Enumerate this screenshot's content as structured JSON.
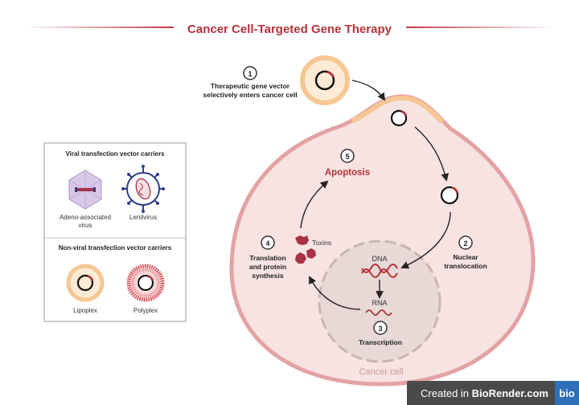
{
  "title": "Cancer Cell-Targeted Gene Therapy",
  "steps": [
    {
      "number": "1",
      "line1": "Therapeutic gene vector",
      "line2": "selectively enters cancer cell"
    },
    {
      "number": "2",
      "line1": "Nuclear",
      "line2": "translocation"
    },
    {
      "number": "3",
      "line1": "Transcription"
    },
    {
      "number": "4",
      "line1": "Translation",
      "line2": "and protein",
      "line3": "synthesis"
    },
    {
      "number": "5",
      "line1": "Apoptosis"
    }
  ],
  "labels": {
    "dna": "DNA",
    "rna": "RNA",
    "toxins": "Toxins",
    "cell": "Cancer cell"
  },
  "legend": {
    "viral_heading": "Viral transfection vector carriers",
    "viral_items": [
      {
        "line1": "Adeno-associated",
        "line2": "virus"
      },
      {
        "line1": "Lentivirus"
      }
    ],
    "nonviral_heading": "Non-viral transfection vector carriers",
    "nonviral_items": [
      {
        "line1": "Lipoplex"
      },
      {
        "line1": "Polyplex"
      }
    ]
  },
  "watermark": {
    "prefix": "Created in ",
    "brand": "BioRender.com",
    "logo": "bio"
  },
  "colors": {
    "title": "#b5333a",
    "membrane": "#e3a2a4",
    "cytoplasm": "#f7e3e1",
    "nucleus": "#e8d9d6",
    "lipid": "#f5c794",
    "toxin": "#a63246",
    "virus": "#d8c8e6",
    "lenti": "#2f3e87"
  }
}
